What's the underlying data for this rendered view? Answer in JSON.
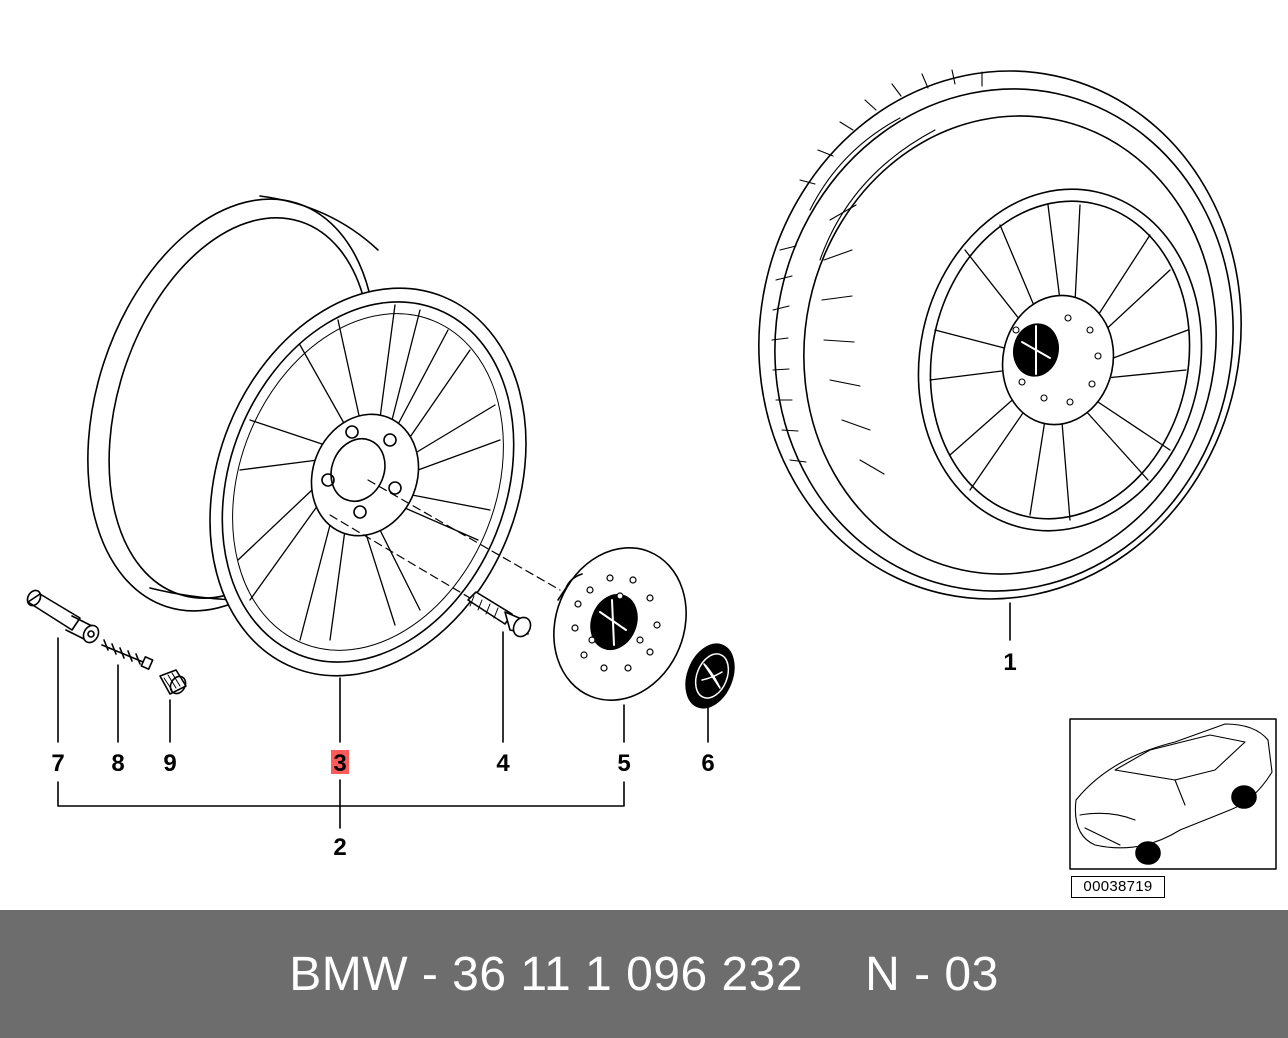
{
  "diagram": {
    "callouts": {
      "c1": "1",
      "c2": "2",
      "c3": "3",
      "c4": "4",
      "c5": "5",
      "c6": "6",
      "c7": "7",
      "c8": "8",
      "c9": "9"
    },
    "highlighted_callout": "3",
    "highlight_color": "#ff5a5a",
    "reference_code": "00038719"
  },
  "footer": {
    "part_number": "BMW - 36 11 1 096 232",
    "section_code": "N - 03",
    "background_color": "#6d6d6d"
  }
}
